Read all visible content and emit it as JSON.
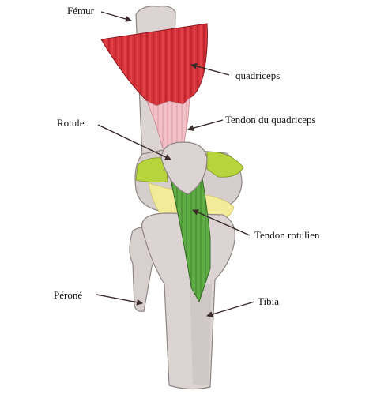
{
  "labels": {
    "femur": "Fémur",
    "quadriceps": "quadriceps",
    "rotule": "Rotule",
    "tendon_quadriceps": "Tendon du quadriceps",
    "tendon_rotulien": "Tendon rotulien",
    "perone": "Péroné",
    "tibia": "Tibia"
  },
  "colors": {
    "bone": "#dcd4d3",
    "bone_shadow": "#b9afae",
    "bone_outline": "#8e8584",
    "muscle": "#d9323a",
    "muscle_dark": "#a31c24",
    "quad_tendon": "#f2c2c8",
    "patellar_tendon": "#5fad45",
    "meniscus": "#f2ec9a",
    "cartilage_green": "#b8d43c",
    "label_arrow": "#3a2a2a"
  }
}
